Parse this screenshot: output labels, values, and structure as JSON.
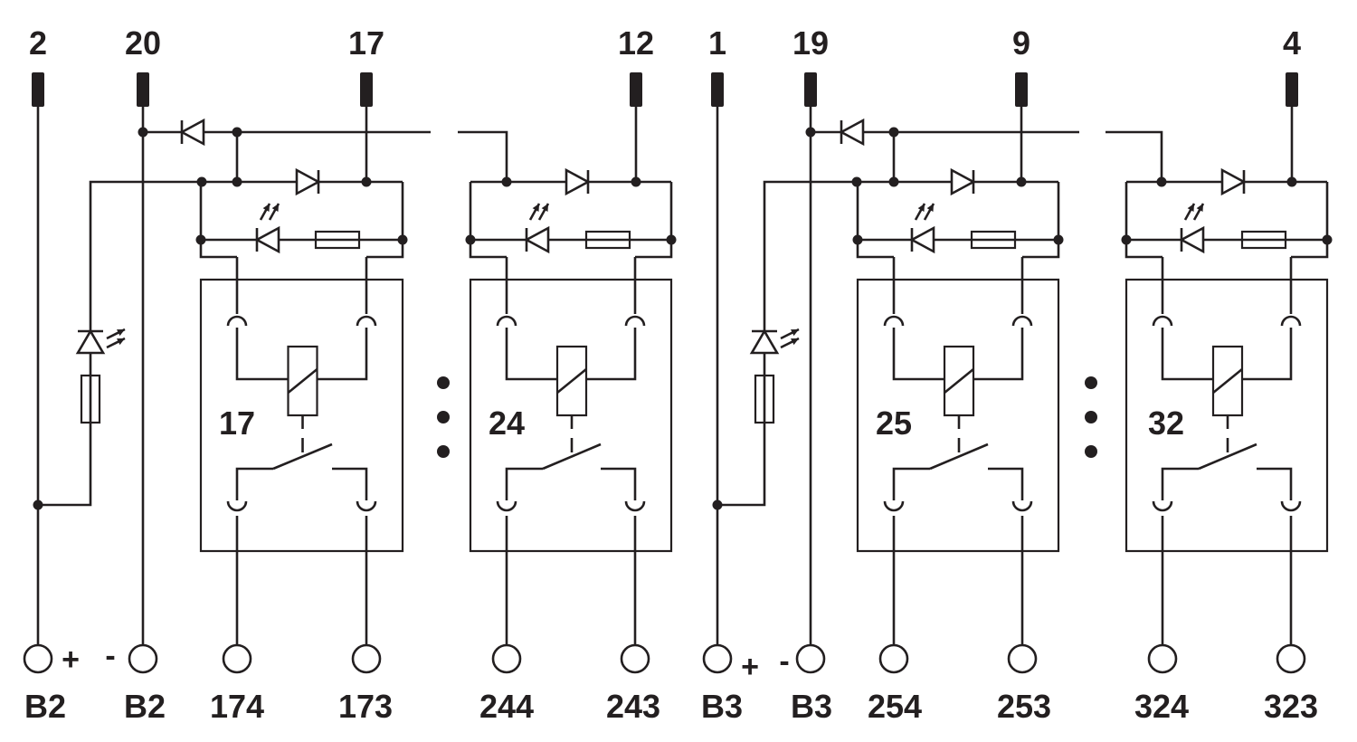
{
  "pins_top": [
    "2",
    "20",
    "17",
    "12",
    "1",
    "19",
    "9",
    "4"
  ],
  "terminals_bottom": [
    "B2",
    "B2",
    "174",
    "173",
    "244",
    "243",
    "B3",
    "B3",
    "254",
    "253",
    "324",
    "323"
  ],
  "polarity_signs": [
    "+",
    "-",
    "+",
    "-"
  ],
  "relay_channels": [
    "17",
    "24",
    "25",
    "32"
  ],
  "ellipsis_marks": "⋮",
  "colors": {
    "line": "#231f20",
    "background": "#ffffff"
  }
}
